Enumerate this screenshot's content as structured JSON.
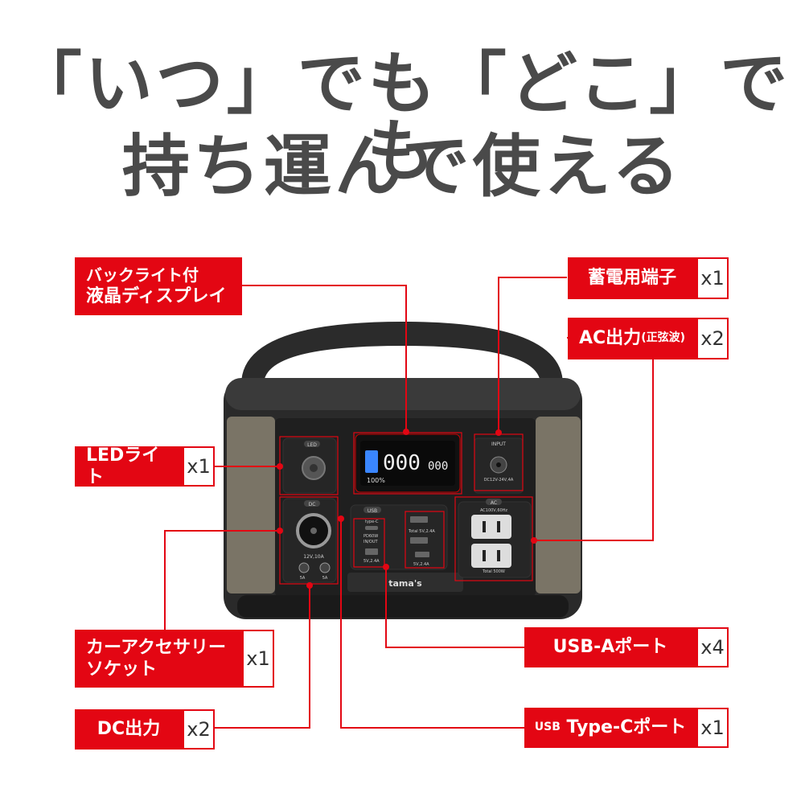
{
  "headline": {
    "line1": "「いつ」でも「どこ」でも",
    "line2": "持ち運んで使える"
  },
  "device": {
    "brand": "tama's",
    "display": {
      "digits1": "000",
      "digits2": "000",
      "battery_percent": "100%"
    },
    "labels": {
      "led": "LED",
      "input": "INPUT",
      "input_spec": "DC12V-24V,4A",
      "dc": "DC",
      "dc_spec": "12V,10A",
      "dc_amp_left": "5A",
      "dc_amp_right": "5A",
      "usb": "USB",
      "type_c": "type-C",
      "pd": "PD60W",
      "inout": "IN/OUT",
      "usb_left": "5V,2.4A",
      "usb_total": "Total 5V,2.4A",
      "usb_bottom": "5V,2.4A",
      "ac": "AC",
      "ac_spec": "AC100V,60Hz",
      "ac_total": "Total 500W"
    }
  },
  "callouts": {
    "display": {
      "line1": "バックライト付",
      "line2": "液晶ディスプレイ"
    },
    "charge": {
      "label": "蓄電用端子",
      "count": "x1"
    },
    "ac": {
      "label": "AC出力",
      "sub": "(正弦波)",
      "count": "x2"
    },
    "led": {
      "label": "LEDライト",
      "count": "x1"
    },
    "car": {
      "line1": "カーアクセサリー",
      "line2": "ソケット",
      "count": "x1"
    },
    "usba": {
      "label": "USB-Aポート",
      "count": "x4"
    },
    "dc": {
      "label": "DC出力",
      "count": "x2"
    },
    "usbc": {
      "prefix": "USB",
      "label": " Type-Cポート",
      "count": "x1"
    }
  }
}
